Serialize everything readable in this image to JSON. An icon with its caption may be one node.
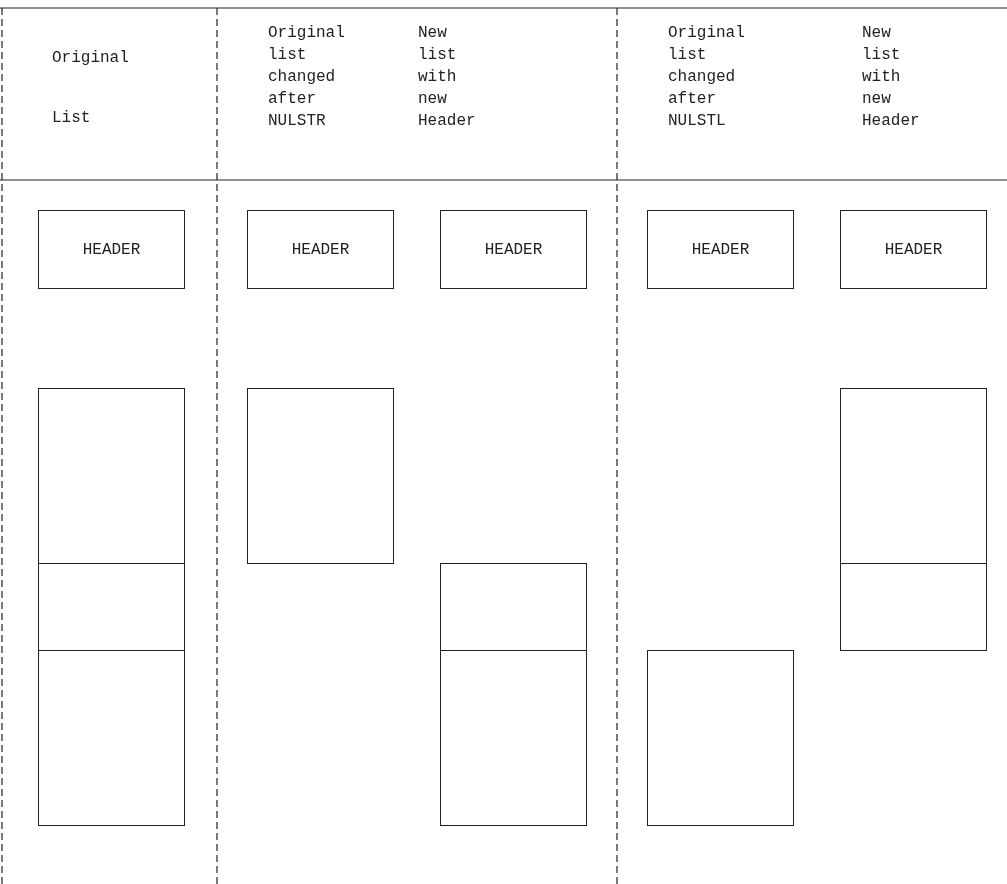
{
  "diagram": {
    "nodes": [
      {
        "text": [
          "HEADER"
        ]
      },
      {
        "text": [
          "HEADER"
        ]
      },
      {
        "text": [
          "HEADER"
        ]
      },
      {
        "text": [
          "HEADER"
        ]
      },
      {
        "text": [
          "HEADER"
        ]
      },
      {
        "text": [],
        "shape": "box"
      },
      {
        "text": [],
        "shape": "box"
      },
      {
        "text": [],
        "shape": "box"
      },
      {
        "text": [],
        "shape": "box"
      },
      {
        "text": [],
        "shape": "box"
      },
      {
        "text": [],
        "shape": "box"
      },
      {
        "text": [],
        "shape": "box"
      },
      {
        "text": [],
        "shape": "box"
      },
      {
        "text": [],
        "shape": "box"
      }
    ],
    "labels": [
      "Original List",
      "Original list changed after NULSTR",
      "New list with new Header",
      "Original list changed after NULSTL",
      "New list with new Header"
    ]
  }
}
